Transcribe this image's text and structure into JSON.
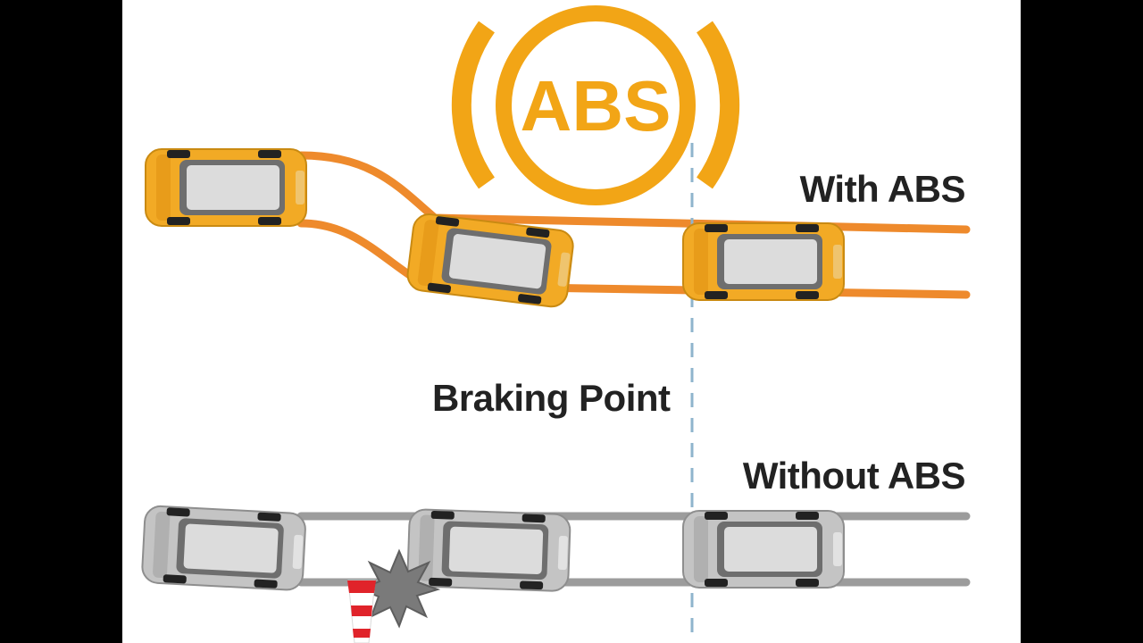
{
  "badge": {
    "text": "ABS"
  },
  "labels": {
    "with_abs": "With ABS",
    "without_abs": "Without ABS",
    "braking_point": "Braking Point"
  },
  "colors": {
    "abs_orange": "#F2A516",
    "track_orange": "#EE8A2C",
    "track_gray": "#9C9C9C",
    "car_orange": "#F2AA25",
    "car_gray": "#C4C4C4",
    "divider_blue": "#8FB4CC",
    "cone_red": "#E0232A"
  },
  "icons": {
    "warning": "abs-warning-icon",
    "collision": "collision-burst-icon",
    "cone": "traffic-cone-icon"
  }
}
